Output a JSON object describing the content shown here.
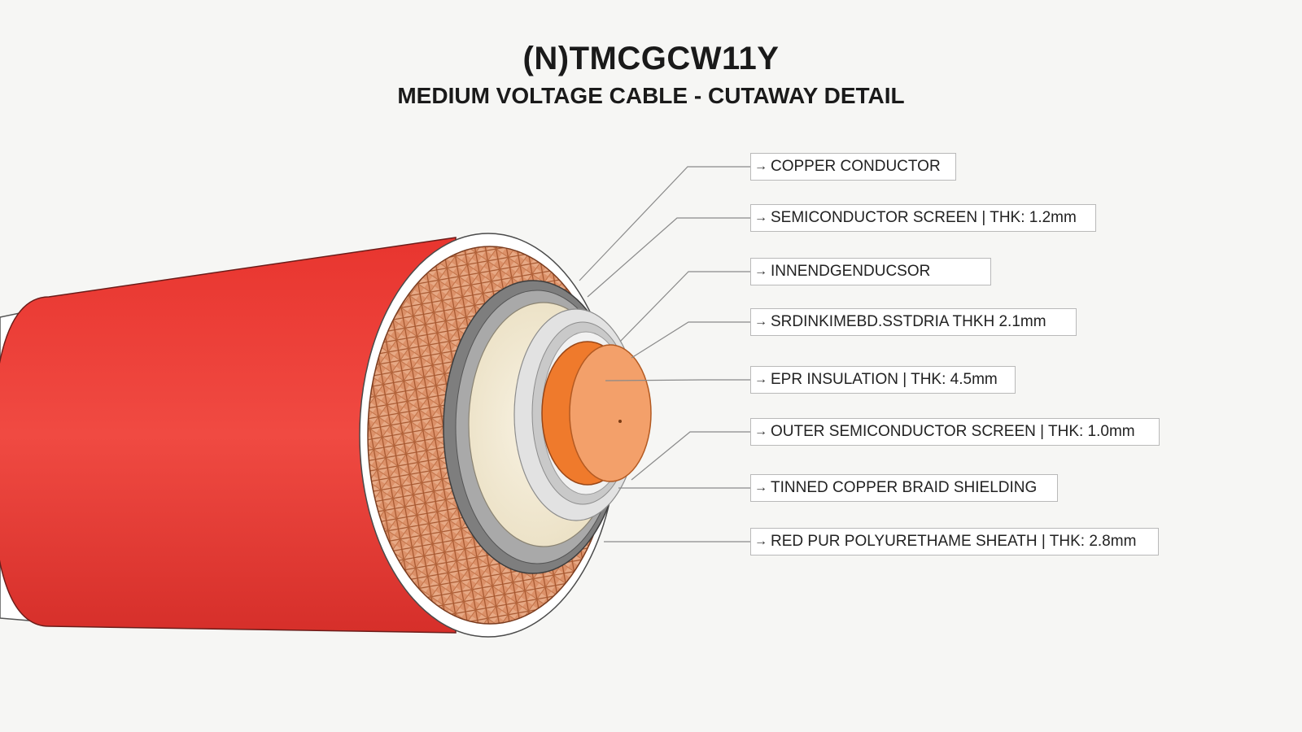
{
  "header": {
    "title": "(N)TMCGCW11Y",
    "subtitle": "MEDIUM VOLTAGE CABLE - CUTAWAY DETAIL"
  },
  "colors": {
    "sheath": "#ec3a33",
    "sheath_dark": "#c92a25",
    "braid": "#e3a27c",
    "braid_line": "#a5552d",
    "outer_screen": "#7d7d7d",
    "insulation": "#f3ead3",
    "inner_screen": "#d6d6d6",
    "conductor": "#f07a2e",
    "conductor_face": "#f3a06a"
  },
  "callouts": [
    {
      "arrow": "→",
      "text": "COPPER CONDUCTOR"
    },
    {
      "arrow": "→",
      "text": "SEMICONDUCTOR SCREEN | THK: 1.2mm"
    },
    {
      "arrow": "→",
      "text": "INNENDGENDUCSOR"
    },
    {
      "arrow": "→",
      "text": "SRDINKIMEBD.SSTDRIA THKH 2.1mm"
    },
    {
      "arrow": "→",
      "text": "EPR INSULATION | THK: 4.5mm"
    },
    {
      "arrow": "→",
      "text": "OUTER SEMICONDUCTOR SCREEN | THK: 1.0mm"
    },
    {
      "arrow": "→",
      "text": "TINNED COPPER BRAID SHIELDING"
    },
    {
      "arrow": "→",
      "text": "RED PUR POLYURETHAME SHEATH | THK: 2.8mm"
    }
  ]
}
